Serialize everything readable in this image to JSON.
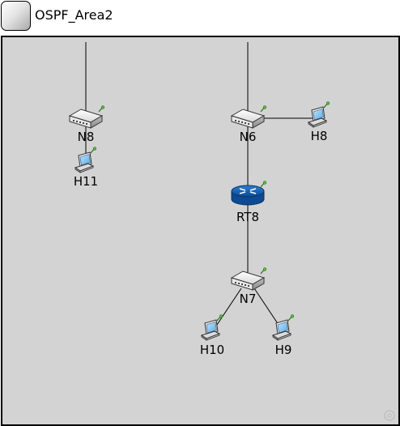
{
  "module": {
    "title": "OSPF_Area2",
    "icon": "module-icon"
  },
  "colors": {
    "canvas_bg": "#d3d3d3",
    "link": "#000000",
    "router_blue": "#1f6fc4"
  },
  "nodes": [
    {
      "id": "N8",
      "label": "N8",
      "kind": "switch",
      "icon": "switch-icon"
    },
    {
      "id": "H11",
      "label": "H11",
      "kind": "host",
      "icon": "host-icon"
    },
    {
      "id": "N6",
      "label": "N6",
      "kind": "switch",
      "icon": "switch-icon"
    },
    {
      "id": "H8",
      "label": "H8",
      "kind": "host",
      "icon": "host-icon"
    },
    {
      "id": "RT8",
      "label": "RT8",
      "kind": "router",
      "icon": "router-icon"
    },
    {
      "id": "N7",
      "label": "N7",
      "kind": "switch",
      "icon": "switch-icon"
    },
    {
      "id": "H10",
      "label": "H10",
      "kind": "host",
      "icon": "host-icon"
    },
    {
      "id": "H9",
      "label": "H9",
      "kind": "host",
      "icon": "host-icon"
    }
  ],
  "links": [
    {
      "from": "N8",
      "to": "H11"
    },
    {
      "from": "N6",
      "to": "H8"
    },
    {
      "from": "N6",
      "to": "RT8"
    },
    {
      "from": "RT8",
      "to": "N7"
    },
    {
      "from": "N7",
      "to": "H10"
    },
    {
      "from": "N7",
      "to": "H9"
    }
  ],
  "external_links": [
    {
      "node": "N8"
    },
    {
      "node": "N6"
    }
  ]
}
